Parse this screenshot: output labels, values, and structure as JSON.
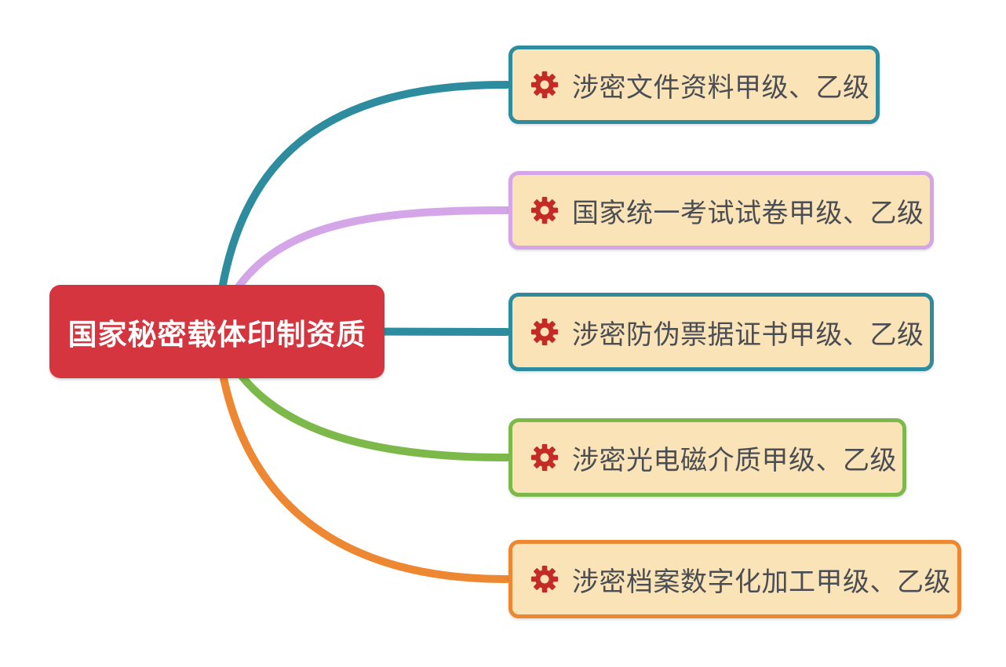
{
  "root": {
    "label": "国家秘密载体印制资质",
    "bg_color": "#d4353f",
    "text_color": "#ffffff"
  },
  "branches": [
    {
      "label": "涉密文件资料甲级、乙级",
      "border_color": "#2d8d9e",
      "line_color": "#2d8d9e"
    },
    {
      "label": "国家统一考试试卷甲级、乙级",
      "border_color": "#d4a6e8",
      "line_color": "#d4a6e8"
    },
    {
      "label": "涉密防伪票据证书甲级、乙级",
      "border_color": "#2d8d9e",
      "line_color": "#2d8d9e"
    },
    {
      "label": "涉密光电磁介质甲级、乙级",
      "border_color": "#7cb94a",
      "line_color": "#7cb94a"
    },
    {
      "label": "涉密档案数字化加工甲级、乙级",
      "border_color": "#ee8732",
      "line_color": "#ee8732"
    }
  ],
  "colors": {
    "node_bg": "#fae3b6",
    "node_text": "#4a4e54",
    "gear": "#c42b27"
  }
}
